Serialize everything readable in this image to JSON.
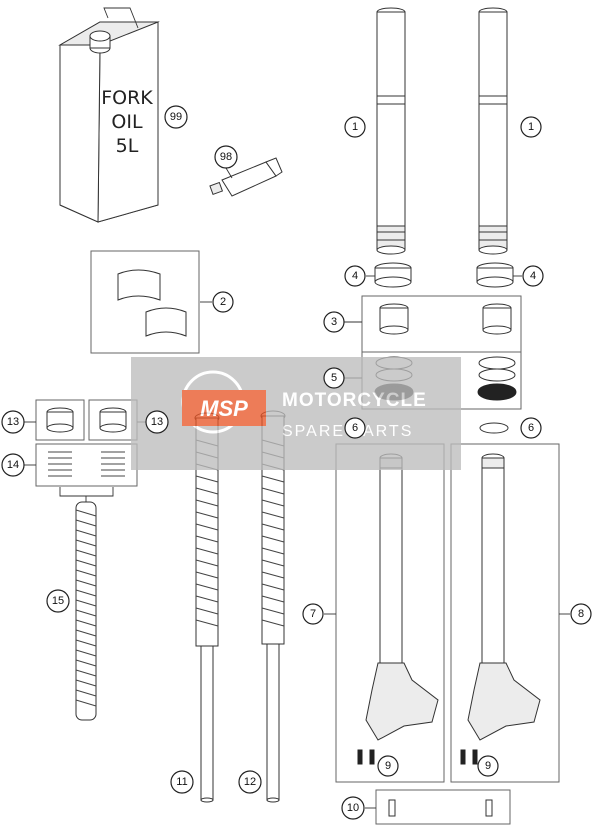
{
  "oil_can": {
    "line1": "FORK",
    "line2": "OIL",
    "line3": "5L"
  },
  "watermark": {
    "logo": "MSP",
    "title": "MOTORCYCLE",
    "subtitle": "SPARE PARTS"
  },
  "callouts": {
    "c1a": "1",
    "c1b": "1",
    "c2": "2",
    "c3": "3",
    "c4a": "4",
    "c4b": "4",
    "c5": "5",
    "c6a": "6",
    "c6b": "6",
    "c7": "7",
    "c8": "8",
    "c9a": "9",
    "c9b": "9",
    "c10": "10",
    "c11": "11",
    "c12": "12",
    "c13a": "13",
    "c13b": "13",
    "c14": "14",
    "c15": "15",
    "c98": "98",
    "c99": "99"
  }
}
